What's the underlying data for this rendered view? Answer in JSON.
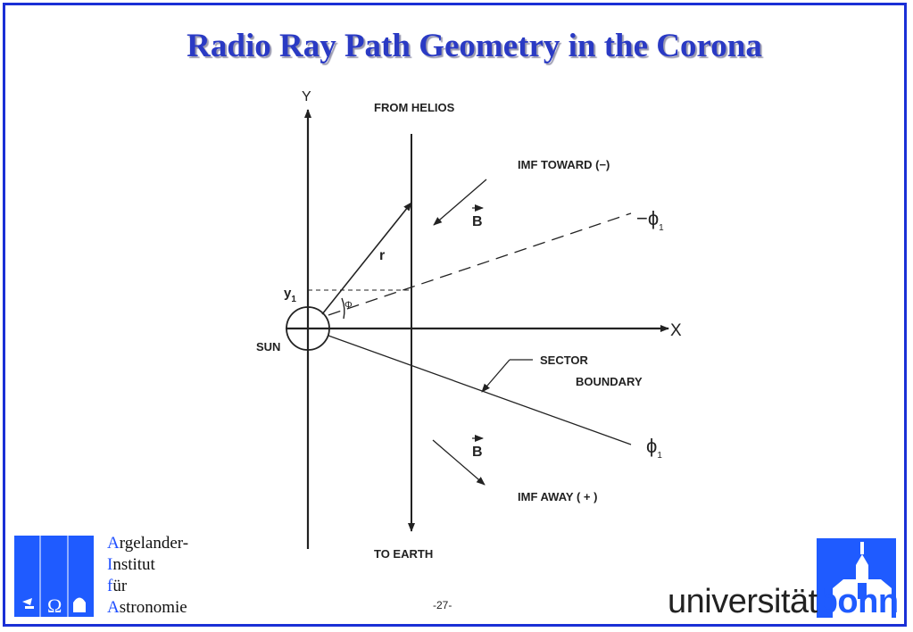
{
  "title": "Radio Ray Path Geometry in the Corona",
  "diagram": {
    "y_axis": "Y",
    "x_axis": "X",
    "from": "FROM   HELIOS",
    "to": "TO   EARTH",
    "imf_toward": "IMF   TOWARD  (−)",
    "imf_away": "IMF   AWAY  ( + )",
    "b_vector": "B",
    "neg_phi": "−ϕ",
    "phi": "ϕ",
    "sub1": "1",
    "r": "r",
    "y1": "y",
    "phi_small": "Φ",
    "sun": "SUN",
    "sector": "SECTOR",
    "boundary": "BOUNDARY"
  },
  "footer": {
    "aifa_lines": [
      {
        "cap": "A",
        "rest": "rgelander-"
      },
      {
        "cap": "I",
        "rest": "nstitut"
      },
      {
        "cap": "f",
        "rest": "ür"
      },
      {
        "cap": "A",
        "rest": "stronomie"
      }
    ],
    "page_number": "-27-",
    "uni_regular": "universität",
    "uni_bold": "bonn"
  },
  "colors": {
    "frame": "#1a2fd6",
    "title": "#2a3ac4",
    "logo_blue": "#1f5bff"
  }
}
